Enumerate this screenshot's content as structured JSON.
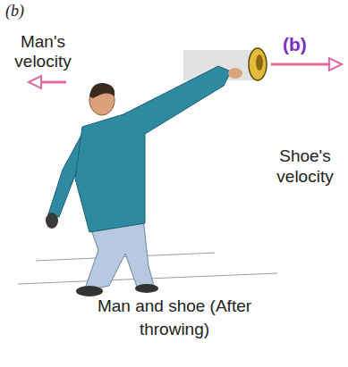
{
  "diagram": {
    "labels": [
      "(b)",
      "(b)",
      "Man's velocity",
      "Shoe's velocity",
      "Man and shoe (After throwing)"
    ]
  }
}
